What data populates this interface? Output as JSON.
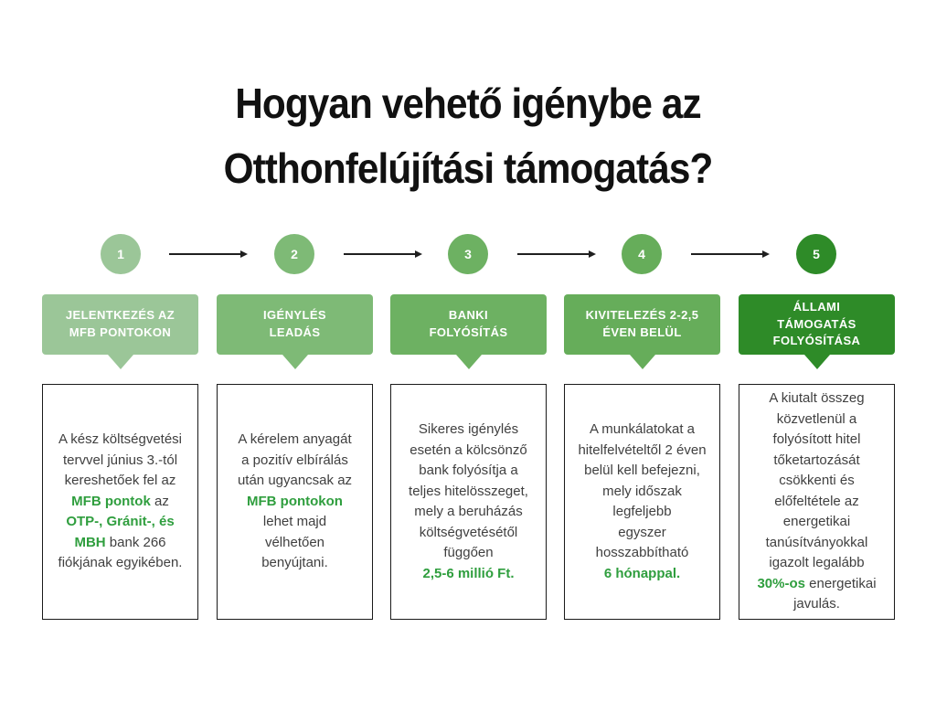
{
  "title": "Hogyan vehető igénybe az\nOtthonfelújítási támogatás?",
  "colors": {
    "step1": "#9bc698",
    "step2": "#7eba76",
    "step3": "#6db162",
    "step4": "#66ad5a",
    "step5": "#2e8b28",
    "highlight_text": "#2f9e3e",
    "body_text": "#404040",
    "arrow": "#1f1f1f"
  },
  "steps": [
    {
      "number": "1",
      "label": "JELENTKEZÉS AZ\nMFB PONTOKON",
      "body": [
        {
          "text": "A kész költségvetési\ntervvel június 3.-tól\nkereshetőek fel az\n",
          "highlight": false
        },
        {
          "text": "MFB pontok",
          "highlight": true
        },
        {
          "text": " az\n",
          "highlight": false
        },
        {
          "text": "OTP-, Gránit-, és\nMBH",
          "highlight": true
        },
        {
          "text": " bank 266\nfiókjának egyikében.",
          "highlight": false
        }
      ]
    },
    {
      "number": "2",
      "label": "IGÉNYLÉS\nLEADÁS",
      "body": [
        {
          "text": "A kérelem anyagát\na pozitív elbírálás\nután ugyancsak az\n",
          "highlight": false
        },
        {
          "text": "MFB pontokon",
          "highlight": true
        },
        {
          "text": "\nlehet majd\nvélhetően\nbenyújtani.",
          "highlight": false
        }
      ]
    },
    {
      "number": "3",
      "label": "BANKI\nFOLYÓSÍTÁS",
      "body": [
        {
          "text": "Sikeres igénylés\nesetén a kölcsönző\nbank folyósítja a\nteljes hitelösszeget,\nmely a beruházás\nköltségvetésétől\nfüggően\n",
          "highlight": false
        },
        {
          "text": "2,5-6 millió Ft.",
          "highlight": true
        }
      ]
    },
    {
      "number": "4",
      "label": "KIVITELEZÉS 2-2,5\nÉVEN BELÜL",
      "body": [
        {
          "text": "A munkálatokat a\nhitelfelvételtől 2 éven\nbelül kell befejezni,\nmely időszak\nlegfeljebb\negyszer\nhosszabbítható\n",
          "highlight": false
        },
        {
          "text": "6 hónappal.",
          "highlight": true
        }
      ]
    },
    {
      "number": "5",
      "label": "ÁLLAMI\nTÁMOGATÁS\nFOLYÓSÍTÁSA",
      "body": [
        {
          "text": "A kiutalt összeg\nközvetlenül a\nfolyósított hitel\ntőketartozását\ncsökkenti és\nelőfeltétele az\nenergetikai\ntanúsítványokkal\nigazolt legalább\n",
          "highlight": false
        },
        {
          "text": "30%-os",
          "highlight": true
        },
        {
          "text": " energetikai\njavulás.",
          "highlight": false
        }
      ]
    }
  ]
}
